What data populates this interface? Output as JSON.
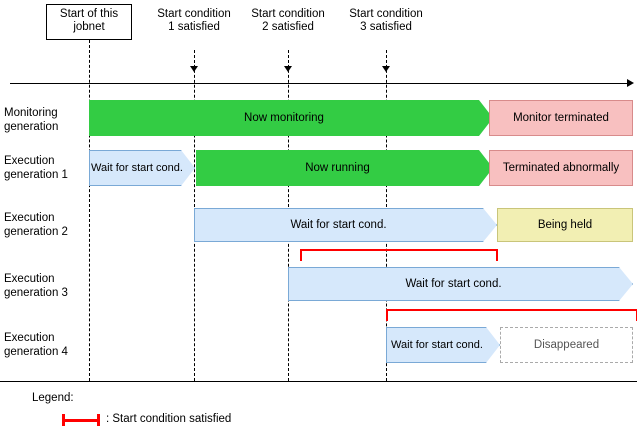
{
  "diagram": {
    "title_box": "Start of this jobnet",
    "conditions": [
      {
        "label": "Start condition 1 satisfied"
      },
      {
        "label": "Start condition 2 satisfied"
      },
      {
        "label": "Start condition 3 satisfied"
      }
    ],
    "rows": [
      {
        "label": "Monitoring generation",
        "bars": [
          {
            "text": "Now monitoring",
            "style": "green"
          },
          {
            "text": "Monitor terminated",
            "style": "pink"
          }
        ]
      },
      {
        "label": "Execution generation 1",
        "bars": [
          {
            "text": "Wait for start cond.",
            "style": "blue"
          },
          {
            "text": "Now running",
            "style": "green"
          },
          {
            "text": "Terminated abnormally",
            "style": "pink"
          }
        ]
      },
      {
        "label": "Execution generation 2",
        "bars": [
          {
            "text": "Wait for start cond.",
            "style": "blue"
          },
          {
            "text": "Being held",
            "style": "yellow"
          }
        ]
      },
      {
        "label": "Execution generation 3",
        "bars": [
          {
            "text": "Wait for start cond.",
            "style": "blue"
          }
        ]
      },
      {
        "label": "Execution generation 4",
        "bars": [
          {
            "text": "Wait for start cond.",
            "style": "blue"
          },
          {
            "text": "Disappeared",
            "style": "graydash"
          }
        ]
      }
    ],
    "legend": {
      "title": "Legend:",
      "entry": ": Start condition satisfied",
      "marker_color": "#ff0000"
    }
  }
}
